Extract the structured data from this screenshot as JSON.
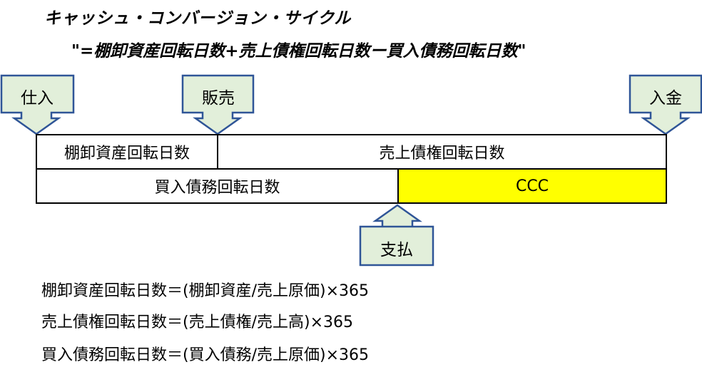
{
  "title": "キャッシュ・コンバージョン・サイクル",
  "formula": "\"=棚卸資産回転日数+売上債権回転日数ー買入債務回転日数\"",
  "callouts": {
    "purchase": "仕入",
    "sales": "販売",
    "collection": "入金",
    "payment": "支払"
  },
  "table": {
    "inventory_days": "棚卸資産回転日数",
    "receivable_days": "売上債権回転日数",
    "payable_days": "買入債務回転日数",
    "ccc": "CCC"
  },
  "equations": [
    "棚卸資産回転日数＝(棚卸資産/売上原価)×365",
    "売上債権回転日数＝(売上債権/売上高)×365",
    "買入債務回転日数＝(買入債務/売上原価)×365"
  ],
  "colors": {
    "callout_fill": "#E2EFDA",
    "callout_stroke": "#2F5597",
    "ccc_fill": "#FFFF00"
  }
}
